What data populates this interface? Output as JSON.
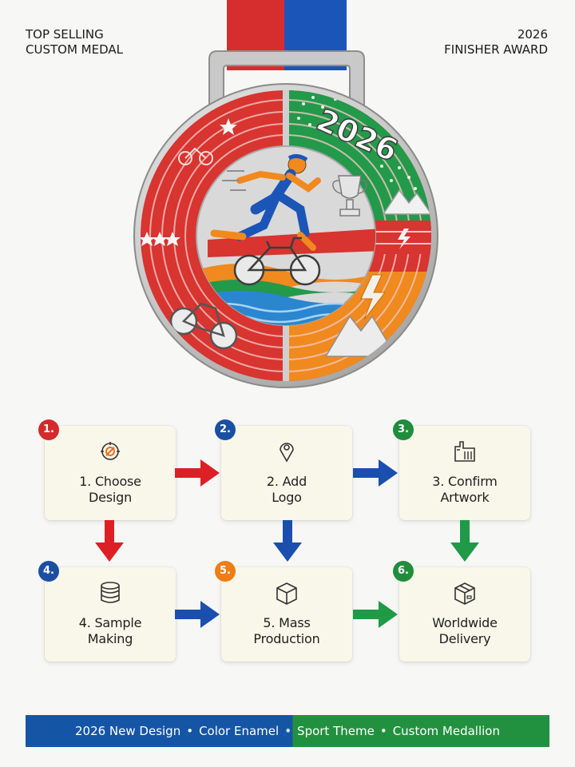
{
  "header": {
    "left_line1": "TOP SELLING",
    "left_line2": "CUSTOM MEDAL",
    "right_line1": "2026",
    "right_line2": "FINISHER AWARD"
  },
  "medal": {
    "year": "2026",
    "colors": {
      "ribbon_red": "#d62e2e",
      "ribbon_blue": "#1c55b8",
      "enamel_red": "#d83430",
      "enamel_green": "#23994a",
      "enamel_orange": "#f08a1e",
      "enamel_blue": "#2a86cf",
      "silver": "#cfcfcf"
    },
    "icons": [
      "runner-icon",
      "bicycle-icon",
      "trophy-icon",
      "mountain-icon",
      "lightning-icon",
      "star-icon"
    ]
  },
  "steps": [
    {
      "number": "1.",
      "line1": "1. Choose",
      "line2": "Design",
      "color": "#d42a2a",
      "icon": "design-target-icon"
    },
    {
      "number": "2.",
      "line1": "2. Add",
      "line2": "Logo",
      "color": "#1b4fa3",
      "icon": "logo-pin-icon"
    },
    {
      "number": "3.",
      "line1": "3. Confirm",
      "line2": "Artwork",
      "color": "#1f8d3c",
      "icon": "artwork-factory-icon"
    },
    {
      "number": "4.",
      "line1": "4. Sample",
      "line2": "Making",
      "color": "#1b4fa3",
      "icon": "sample-stack-icon"
    },
    {
      "number": "5.",
      "line1": "5. Mass",
      "line2": "Production",
      "color": "#f07d12",
      "icon": "production-box-icon"
    },
    {
      "number": "6.",
      "line1": "Worldwide",
      "line2": "Delivery",
      "color": "#1f8d3c",
      "icon": "delivery-box-icon"
    }
  ],
  "arrow_colors": {
    "red": "#dd1f26",
    "blue": "#1b4fae",
    "green": "#1f9a46"
  },
  "footer": {
    "item1": "2026 New Design",
    "item2": "Color Enamel",
    "item3": "Sport Theme",
    "item4": "Custom Medallion",
    "separator": "•"
  }
}
